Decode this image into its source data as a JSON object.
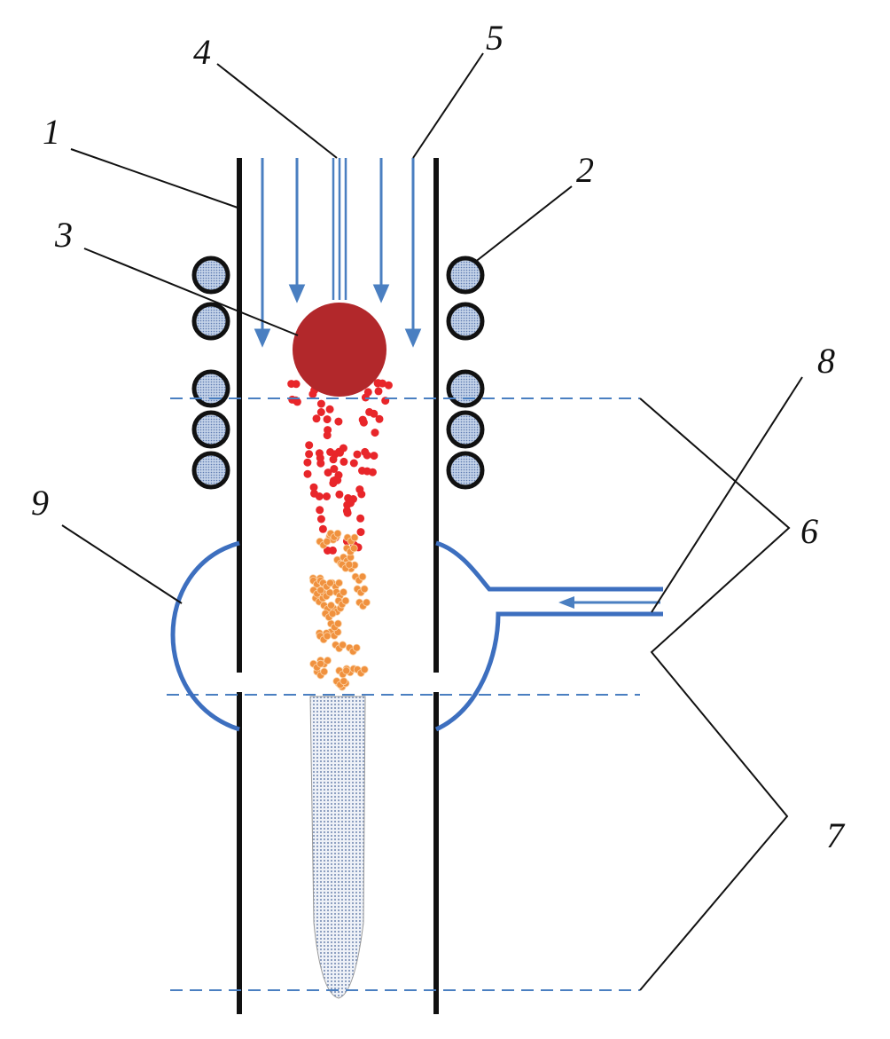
{
  "labels": {
    "l1": "1",
    "l2": "2",
    "l3": "3",
    "l4": "4",
    "l5": "5",
    "l6": "6",
    "l7": "7",
    "l8": "8",
    "l9": "9"
  },
  "colors": {
    "wall": "#111111",
    "flow": "#4a7fc1",
    "ball": "#b2282b",
    "droplet": "#e8262a",
    "particle": "#f0913e",
    "coil_fill": "#a9bedc",
    "plume": "#c9d4e6"
  }
}
